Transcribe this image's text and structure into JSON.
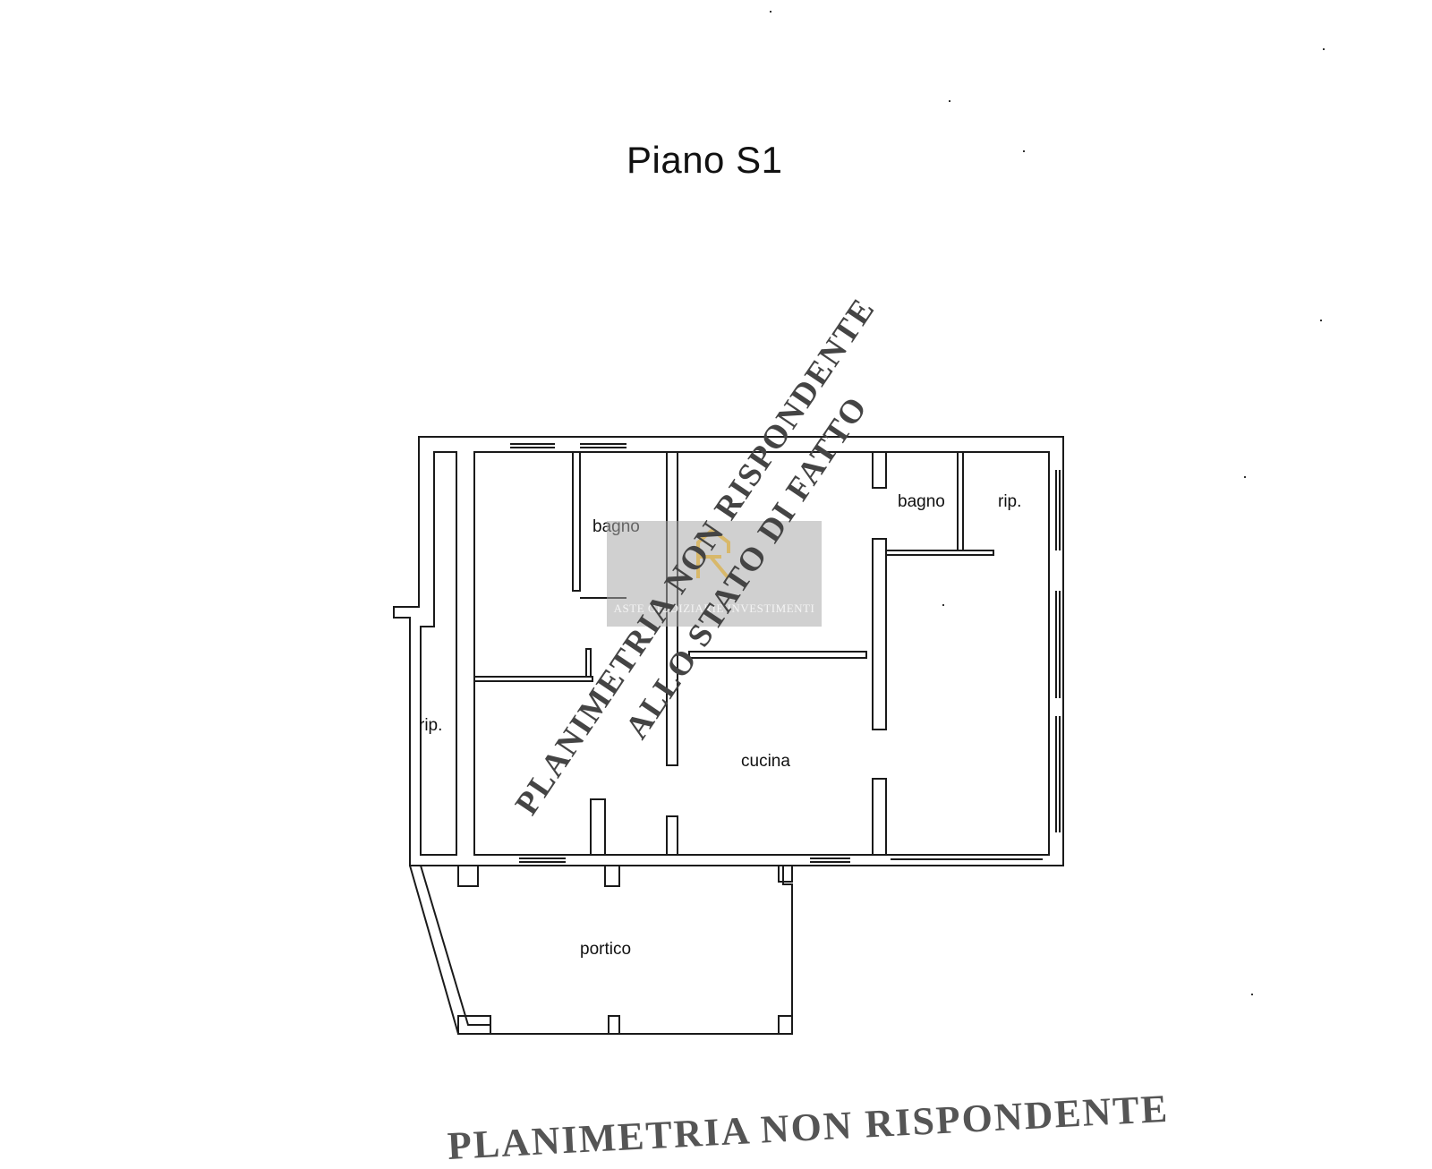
{
  "title": "Piano S1",
  "rooms": {
    "bagno_left": "bagno",
    "bagno_right": "bagno",
    "rip_top": "rip.",
    "rip_left": "rip.",
    "cucina": "cucina",
    "portico": "portico"
  },
  "stamps": {
    "diagonal_line1": "PLANIMETRIA NON RISPONDENTE",
    "diagonal_line2": "ALLO STATO DI FATTO",
    "bottom": "PLANIMETRIA NON RISPONDENTE"
  },
  "watermark": {
    "text": "ASTE GIUDIZIARIE INVESTIMENTI",
    "logo_icon": "house-monogram-logo",
    "logo_color": "#d8b86a"
  },
  "colors": {
    "wall_fill": "#ffffff",
    "wall_stroke": "#1a1a1a",
    "watermark_box": "#aaaaaa"
  }
}
